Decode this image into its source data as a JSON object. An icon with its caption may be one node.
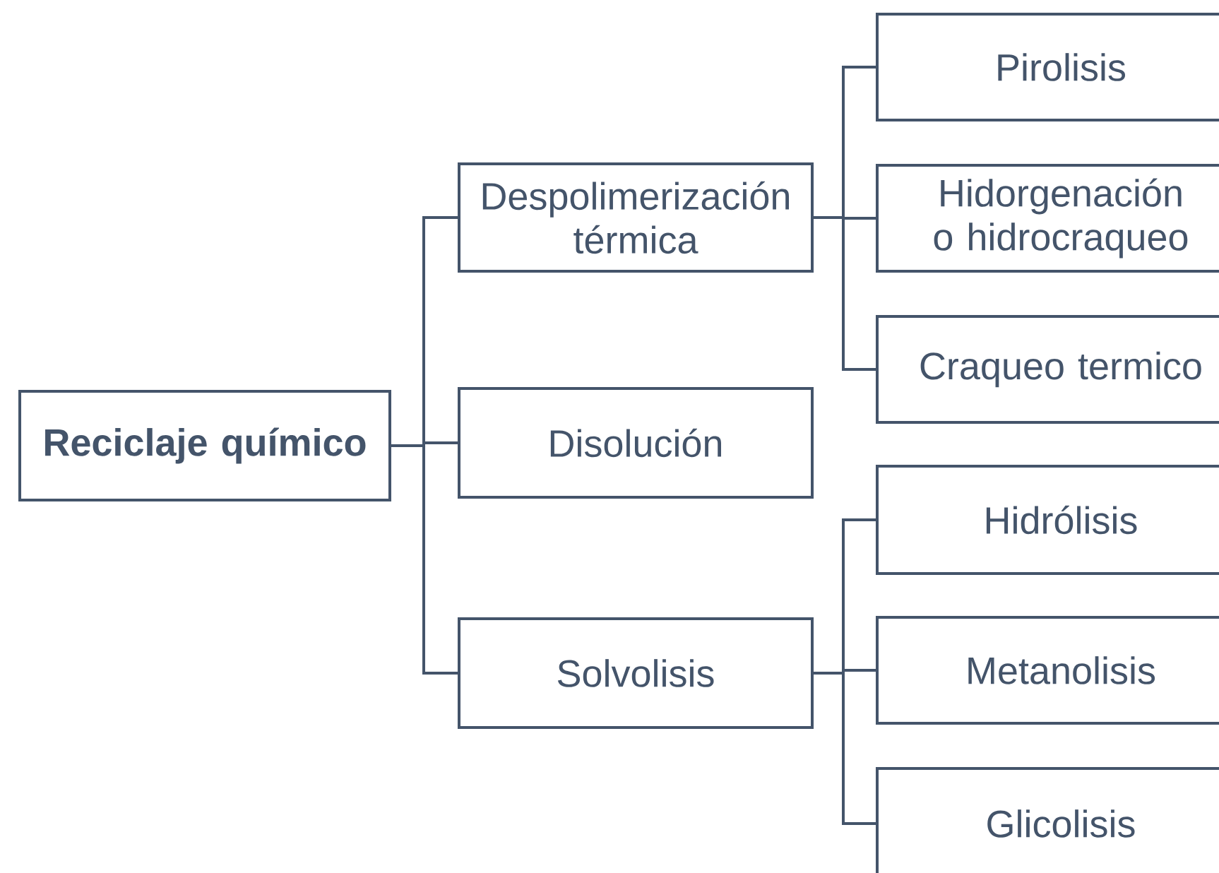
{
  "diagram": {
    "nodes": [
      {
        "text": [
          "Reciclaje químico"
        ]
      },
      {
        "text": [
          "Despolimerización térmica"
        ]
      },
      {
        "text": [
          "Disolución"
        ]
      },
      {
        "text": [
          "Solvolisis"
        ]
      },
      {
        "text": [
          "Pirolisis"
        ]
      },
      {
        "text": [
          "Hidorgenación o hidrocraqueo"
        ]
      },
      {
        "text": [
          "Craqueo termico"
        ]
      },
      {
        "text": [
          "Hidrólisis"
        ]
      },
      {
        "text": [
          "Metanolisis"
        ]
      },
      {
        "text": [
          "Glicolisis"
        ]
      }
    ],
    "edges": [
      {
        "from": 0,
        "to": 1,
        "arrow": "none"
      },
      {
        "from": 0,
        "to": 2,
        "arrow": "none"
      },
      {
        "from": 0,
        "to": 3,
        "arrow": "none"
      },
      {
        "from": 1,
        "to": 4,
        "arrow": "none"
      },
      {
        "from": 1,
        "to": 5,
        "arrow": "none"
      },
      {
        "from": 1,
        "to": 6,
        "arrow": "none"
      },
      {
        "from": 3,
        "to": 7,
        "arrow": "none"
      },
      {
        "from": 3,
        "to": 8,
        "arrow": "none"
      },
      {
        "from": 3,
        "to": 9,
        "arrow": "none"
      }
    ]
  }
}
